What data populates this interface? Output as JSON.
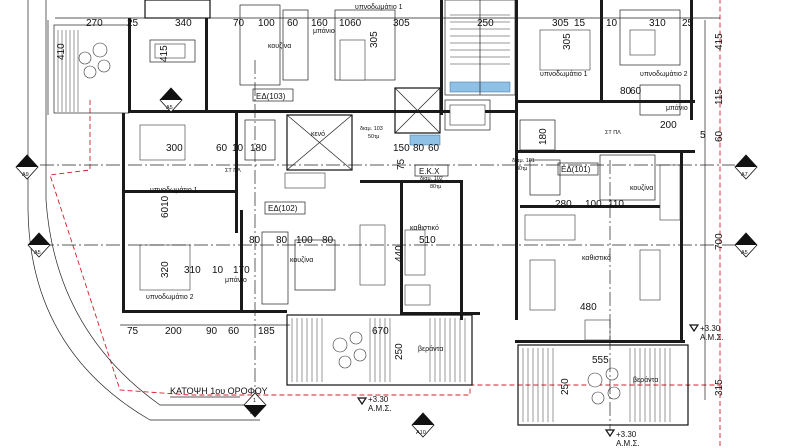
{
  "plan_title": "ΚΑΤΟΨΗ 1ου ΟΡΟΦΟΥ",
  "units": [
    {
      "id": "u103",
      "label": "ΕΔ(103)"
    },
    {
      "id": "u102",
      "label": "ΕΔ(102)"
    },
    {
      "id": "u101",
      "label": "ΕΔ(101)"
    },
    {
      "id": "ekx",
      "label": "Ε.Κ.Χ"
    }
  ],
  "rooms": {
    "kitchen": "κουζίνα",
    "bathroom": "μπάνιο",
    "bedroom1": "υπνοδωμάτιο 1",
    "bedroom2": "υπνοδωμάτιο 2",
    "living": "καθιστικό",
    "void": "κενό",
    "veranda": "βεράντα",
    "storage": "ΣΤ ΠΛ"
  },
  "dims_top": [
    "270",
    "25",
    "340",
    "70",
    "100",
    "60",
    "160",
    "1060",
    "305",
    "250",
    "305",
    "15",
    "10",
    "310",
    "25"
  ],
  "dims_bottom": [
    "75",
    "200",
    "90",
    "60",
    "185"
  ],
  "dims_right": [
    "415",
    "115",
    "60",
    "700",
    "315"
  ],
  "dims_misc": [
    "410",
    "415",
    "305",
    "305",
    "300",
    "60",
    "10",
    "180",
    "150",
    "80",
    "60",
    "75",
    "6010",
    "320",
    "310",
    "10",
    "170",
    "80",
    "80",
    "100",
    "80",
    "440",
    "510",
    "670",
    "250",
    "555",
    "250",
    "280",
    "100",
    "110",
    "480",
    "180",
    "60",
    "200",
    "80",
    "5"
  ],
  "notes": {
    "diam103": "διαμ. 103",
    "diam103_area": "50τμ",
    "diam102": "διαμ. 102",
    "diam102_area": "80τμ",
    "diam101": "διαμ. 101",
    "diam101_area": "80τμ"
  },
  "levels": [
    {
      "value": "+3.30",
      "label": "Α.Μ.Σ."
    },
    {
      "value": "+3.30",
      "label": "Α.Μ.Σ."
    },
    {
      "value": "+3.30",
      "label": "Α.Μ.Σ."
    }
  ],
  "section_markers": [
    {
      "num": "1",
      "ref": "A9"
    },
    {
      "num": "1",
      "ref": "A5"
    },
    {
      "num": "1",
      "ref": "A5"
    },
    {
      "num": "1",
      "ref": "A7"
    },
    {
      "num": "1",
      "ref": "A5"
    },
    {
      "num": "1",
      "ref": "A10"
    },
    {
      "num": "1",
      "ref": "A5"
    }
  ]
}
